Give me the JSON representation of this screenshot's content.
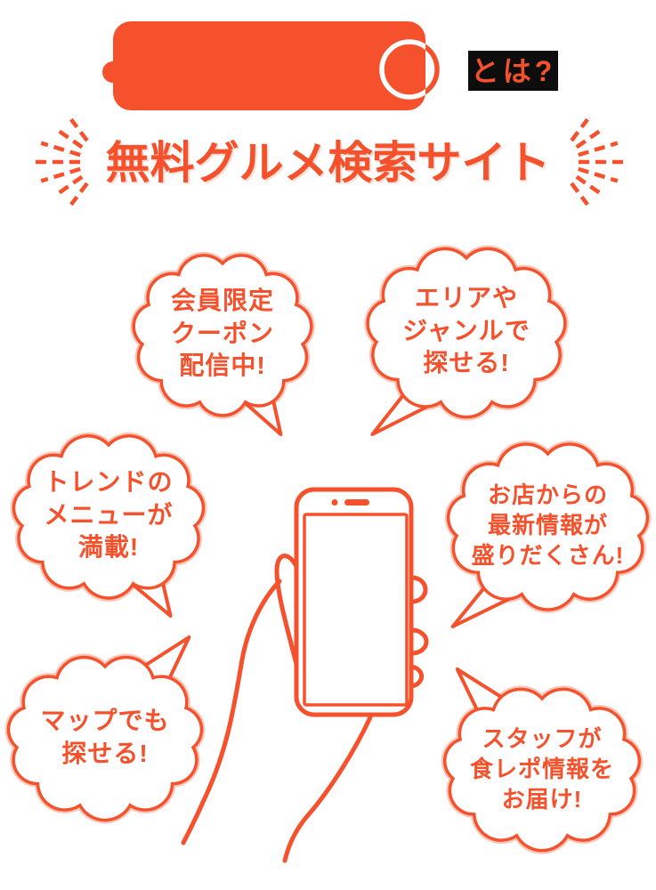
{
  "colors": {
    "accent": "#F5512C",
    "towa_bg": "#0d0d0d",
    "bubble_fill": "#ffffff"
  },
  "header": {
    "towa": "とは?",
    "title": "無料グルメ検索サイト"
  },
  "icons": {
    "logo": "brand-logo-badge",
    "burst_left": "emphasis-burst",
    "burst_right": "emphasis-burst",
    "illustration": "hand-holding-smartphone"
  },
  "bubbles": [
    {
      "id": "coupon",
      "text": "会員限定\nクーポン\n配信中!"
    },
    {
      "id": "area-genre",
      "text": "エリアや\nジャンルで\n探せる!"
    },
    {
      "id": "trend-menu",
      "text": "トレンドの\nメニューが\n満載!"
    },
    {
      "id": "shop-news",
      "text": "お店からの\n最新情報が\n盛りだくさん!"
    },
    {
      "id": "map-search",
      "text": "マップでも\n探せる!"
    },
    {
      "id": "staff-report",
      "text": "スタッフが\n食レポ情報を\nお届け!"
    }
  ]
}
